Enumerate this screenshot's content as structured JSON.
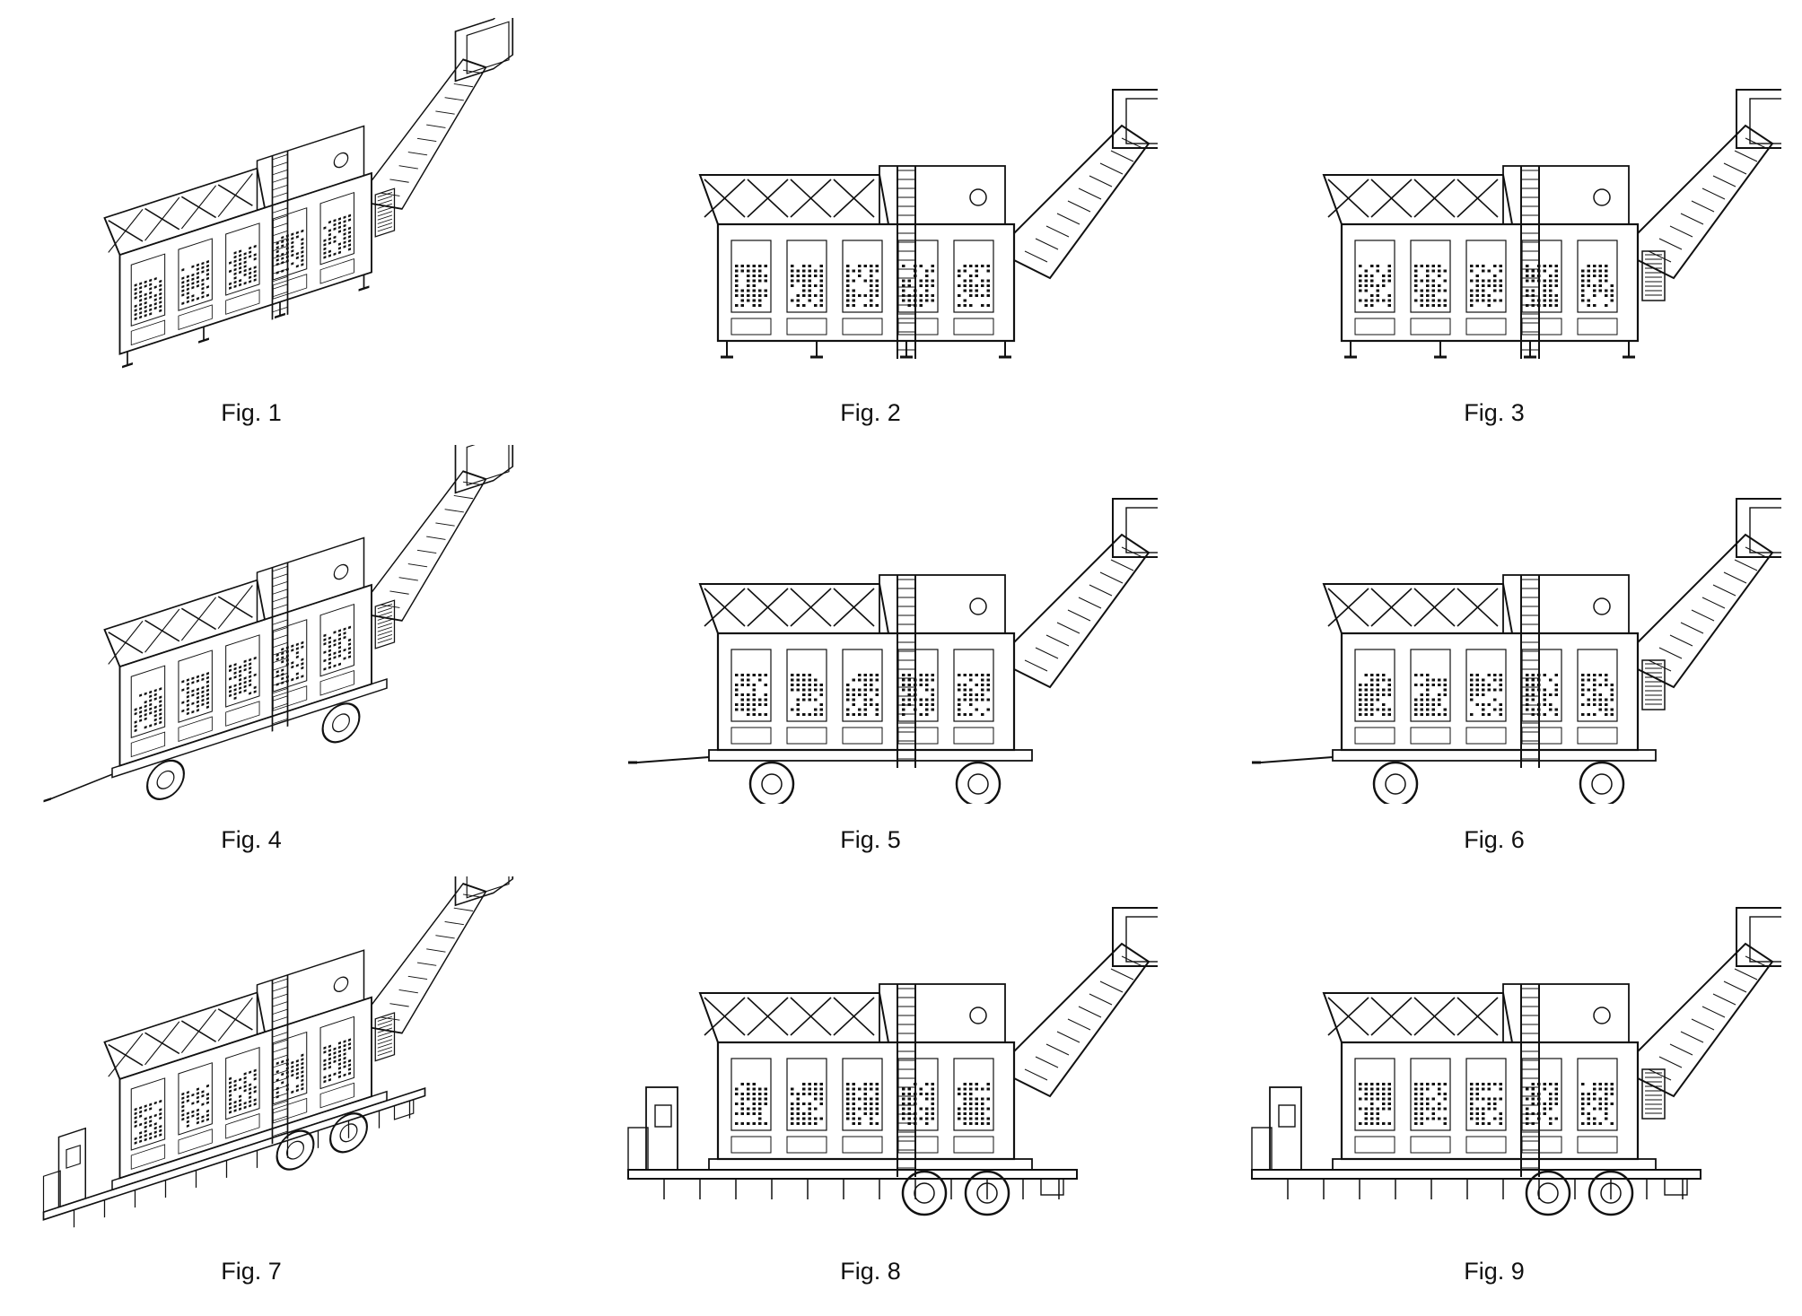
{
  "figures": [
    {
      "label": "Fig. 1"
    },
    {
      "label": "Fig. 2"
    },
    {
      "label": "Fig. 3"
    },
    {
      "label": "Fig. 4"
    },
    {
      "label": "Fig. 5"
    },
    {
      "label": "Fig. 6"
    },
    {
      "label": "Fig. 7"
    },
    {
      "label": "Fig. 8"
    },
    {
      "label": "Fig. 9"
    }
  ],
  "colors": {
    "line": "#111111",
    "background": "#ffffff"
  }
}
